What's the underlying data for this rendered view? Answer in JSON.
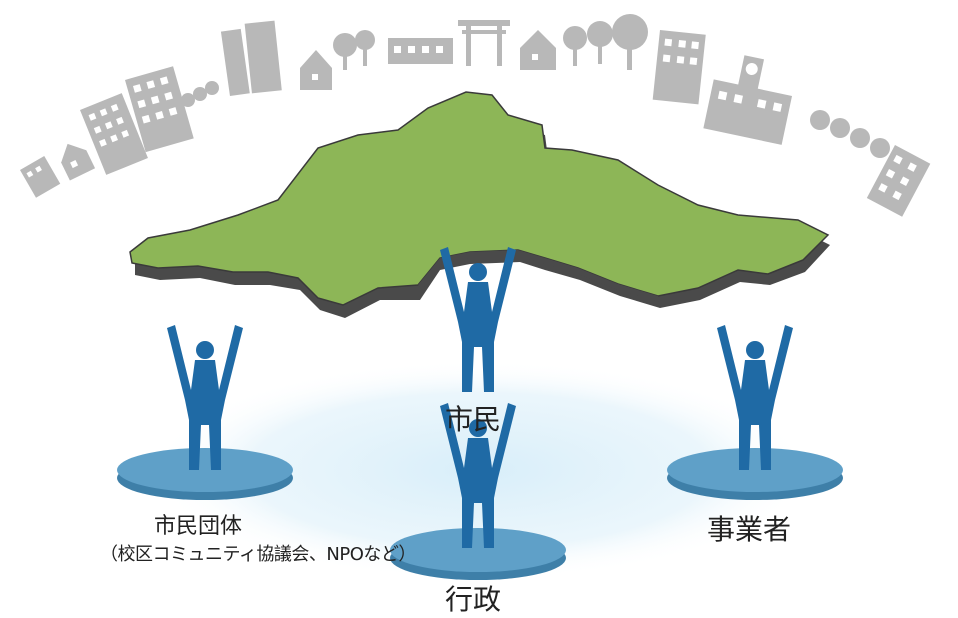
{
  "actors": {
    "citizen": "市民",
    "civic_groups": "市民団体",
    "civic_groups_detail": "（校区コミュニティ協議会、NPOなど）",
    "businesses": "事業者",
    "government": "行政"
  },
  "colors": {
    "map_fill": "#8db657",
    "map_edge": "#4a4a4a",
    "city_silhouette": "#b8b8b8",
    "person": "#1f6aa5",
    "disc_top": "#5fa0c8",
    "disc_side": "#3e7fa8",
    "glow": "#cfe8f7"
  },
  "icons": [
    "city-skyline-icon",
    "map-icon",
    "person-icon",
    "pedestal-icon"
  ]
}
